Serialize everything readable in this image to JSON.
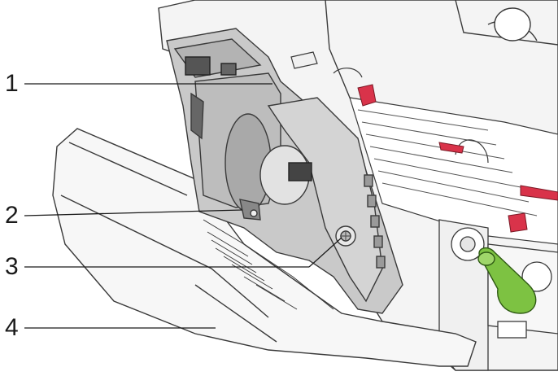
{
  "figure": {
    "callouts": [
      {
        "label": "1"
      },
      {
        "label": "2"
      },
      {
        "label": "3"
      },
      {
        "label": "4"
      }
    ],
    "colors": {
      "outline": "#3a3a3a",
      "housing_fill": "#f4f4f4",
      "printhead_fill": "#c9c9c9",
      "printhead_dark": "#9a9a9a",
      "accent_red": "#d9334a",
      "lever_green": "#7dc242",
      "background": "#ffffff"
    }
  }
}
